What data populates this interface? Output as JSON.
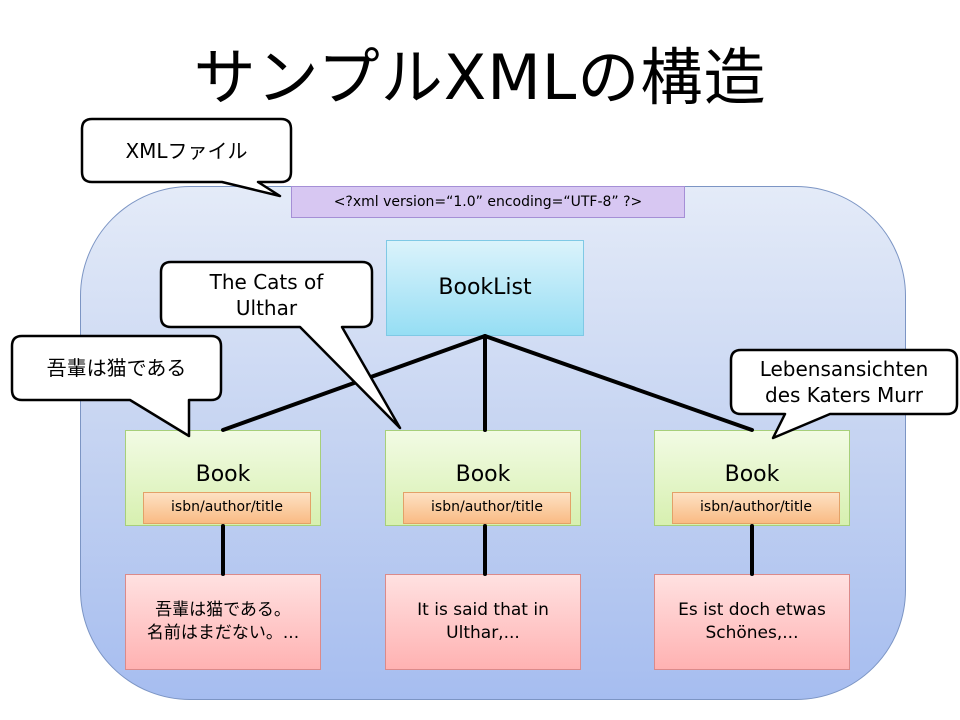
{
  "title": "サンプルXMLの構造",
  "xml_declaration": "<?xml version=“1.0” encoding=“UTF-8” ?>",
  "root": {
    "label": "BookList"
  },
  "books": [
    {
      "label": "Book",
      "attributes": "isbn/author/title",
      "content": "吾輩は猫である。\n名前はまだない。..."
    },
    {
      "label": "Book",
      "attributes": "isbn/author/title",
      "content": "It is said that in\nUlthar,..."
    },
    {
      "label": "Book",
      "attributes": "isbn/author/title",
      "content": "Es ist doch etwas\nSchönes,..."
    }
  ],
  "callouts": {
    "xml_file": "XMLファイル",
    "book1_title": "吾輩は猫である",
    "book2_title": "The Cats of\nUlthar",
    "book3_title": "Lebensansichten\ndes Katers Murr"
  }
}
